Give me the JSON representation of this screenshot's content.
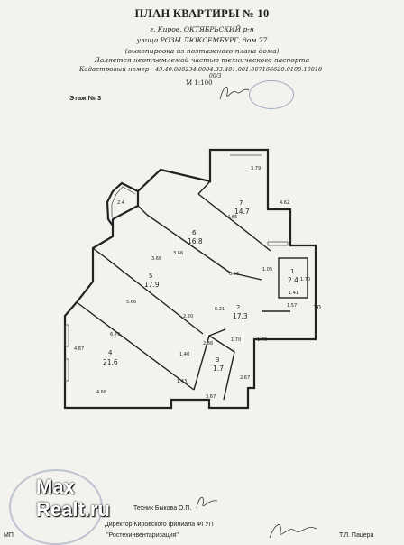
{
  "header": {
    "title": "ПЛАН КВАРТИРЫ № 10",
    "city_line": "г. Киров, ОКТЯБРЬСКИЙ р-н",
    "street_line": "улица  РОЗЫ ЛЮКСЕМБУРГ,  дом  77",
    "note_line": "(выкопировка из поэтажного плана дома)",
    "part_line": "Является неотъемлемой частью технического паспорта",
    "cadastral_label": "Кадастровый номер",
    "cadastral_value": "43:40:000234:0004:33:401:001:007166620:0100:10010",
    "fraction": "00/3",
    "scale": "М 1:100",
    "floor": "Этаж № 3"
  },
  "plan": {
    "rooms": [
      {
        "num": "1",
        "area": "2.4"
      },
      {
        "num": "2",
        "area": "17.3"
      },
      {
        "num": "3",
        "area": "1.7"
      },
      {
        "num": "4",
        "area": "21.6"
      },
      {
        "num": "5",
        "area": "17.9"
      },
      {
        "num": "6",
        "area": "16.8"
      },
      {
        "num": "7",
        "area": "14.7"
      }
    ],
    "dims": [
      "3.79",
      "4.62",
      "4.66",
      "2.4",
      "3.66",
      "3.66",
      "5.66",
      "2.20",
      "6.21",
      "1.05",
      "1.41",
      "1.70",
      "1.57",
      "10",
      "6.79",
      "4.87",
      "1.40",
      "2.36",
      "1.70",
      "1.76",
      "2.67",
      "4.68",
      "1.43",
      "3.67",
      "0.96"
    ]
  },
  "footer": {
    "mp": "МП",
    "tech_line": "Техник  Быкова О.П.",
    "director_line": "Директор Кировского филиала ФГУП",
    "org_line": "\"Ростехинвентаризация\"",
    "signer": "Т.Л. Пацера"
  },
  "watermark": {
    "line1": "Max",
    "line2": "Realt.ru"
  }
}
